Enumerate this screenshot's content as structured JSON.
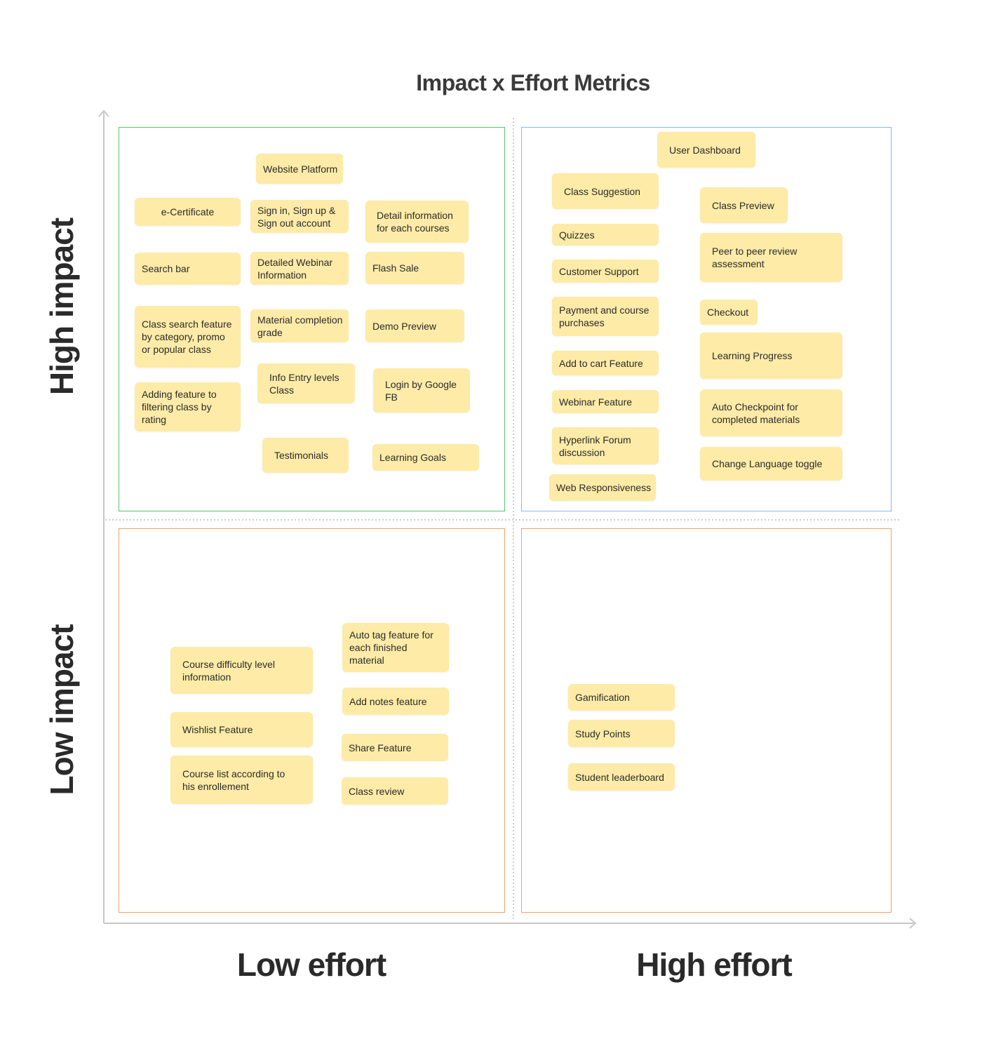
{
  "title": "Impact x Effort Metrics",
  "axes": {
    "y_high": "High impact",
    "y_low": "Low impact",
    "x_low": "Low effort",
    "x_high": "High effort"
  },
  "colors": {
    "high_impact_low_effort": "#5cc16b",
    "high_impact_high_effort": "#8cb8e8",
    "low_impact": "#f0a465",
    "note": "#fdeba7"
  },
  "quadrants": {
    "high_impact_low_effort": {
      "notes": [
        "Website Platform",
        "e-Certificate",
        "Sign in, Sign up &\nSign out account",
        "Detail information\nfor each courses",
        "Search bar",
        "Detailed Webinar\nInformation",
        "Flash Sale",
        "Class search feature\nby category, promo\nor popular class",
        "Material completion\ngrade",
        "Demo Preview",
        "Adding feature to\nfiltering class by\nrating",
        "Info Entry levels\nClass",
        "Login by Google\nFB",
        "Testimonials",
        "Learning Goals"
      ]
    },
    "high_impact_high_effort": {
      "notes": [
        "User Dashboard",
        "Class Suggestion",
        "Class Preview",
        "Quizzes",
        "Peer to peer review\nassessment",
        "Customer Support",
        "Checkout",
        "Payment and course\npurchases",
        "Learning Progress",
        "Add to cart Feature",
        "Webinar Feature",
        "Auto Checkpoint for\ncompleted materials",
        "Hyperlink Forum\ndiscussion",
        "Change Language toggle",
        "Web Responsiveness"
      ]
    },
    "low_impact_low_effort": {
      "notes": [
        "Auto tag feature for\neach finished\nmaterial",
        "Course difficulty level\ninformation",
        "Add notes feature",
        "Wishlist Feature",
        "Share Feature",
        "Course list according to\nhis enrollement",
        "Class review"
      ]
    },
    "low_impact_high_effort": {
      "notes": [
        "Gamification",
        "Study Points",
        "Student leaderboard"
      ]
    }
  }
}
